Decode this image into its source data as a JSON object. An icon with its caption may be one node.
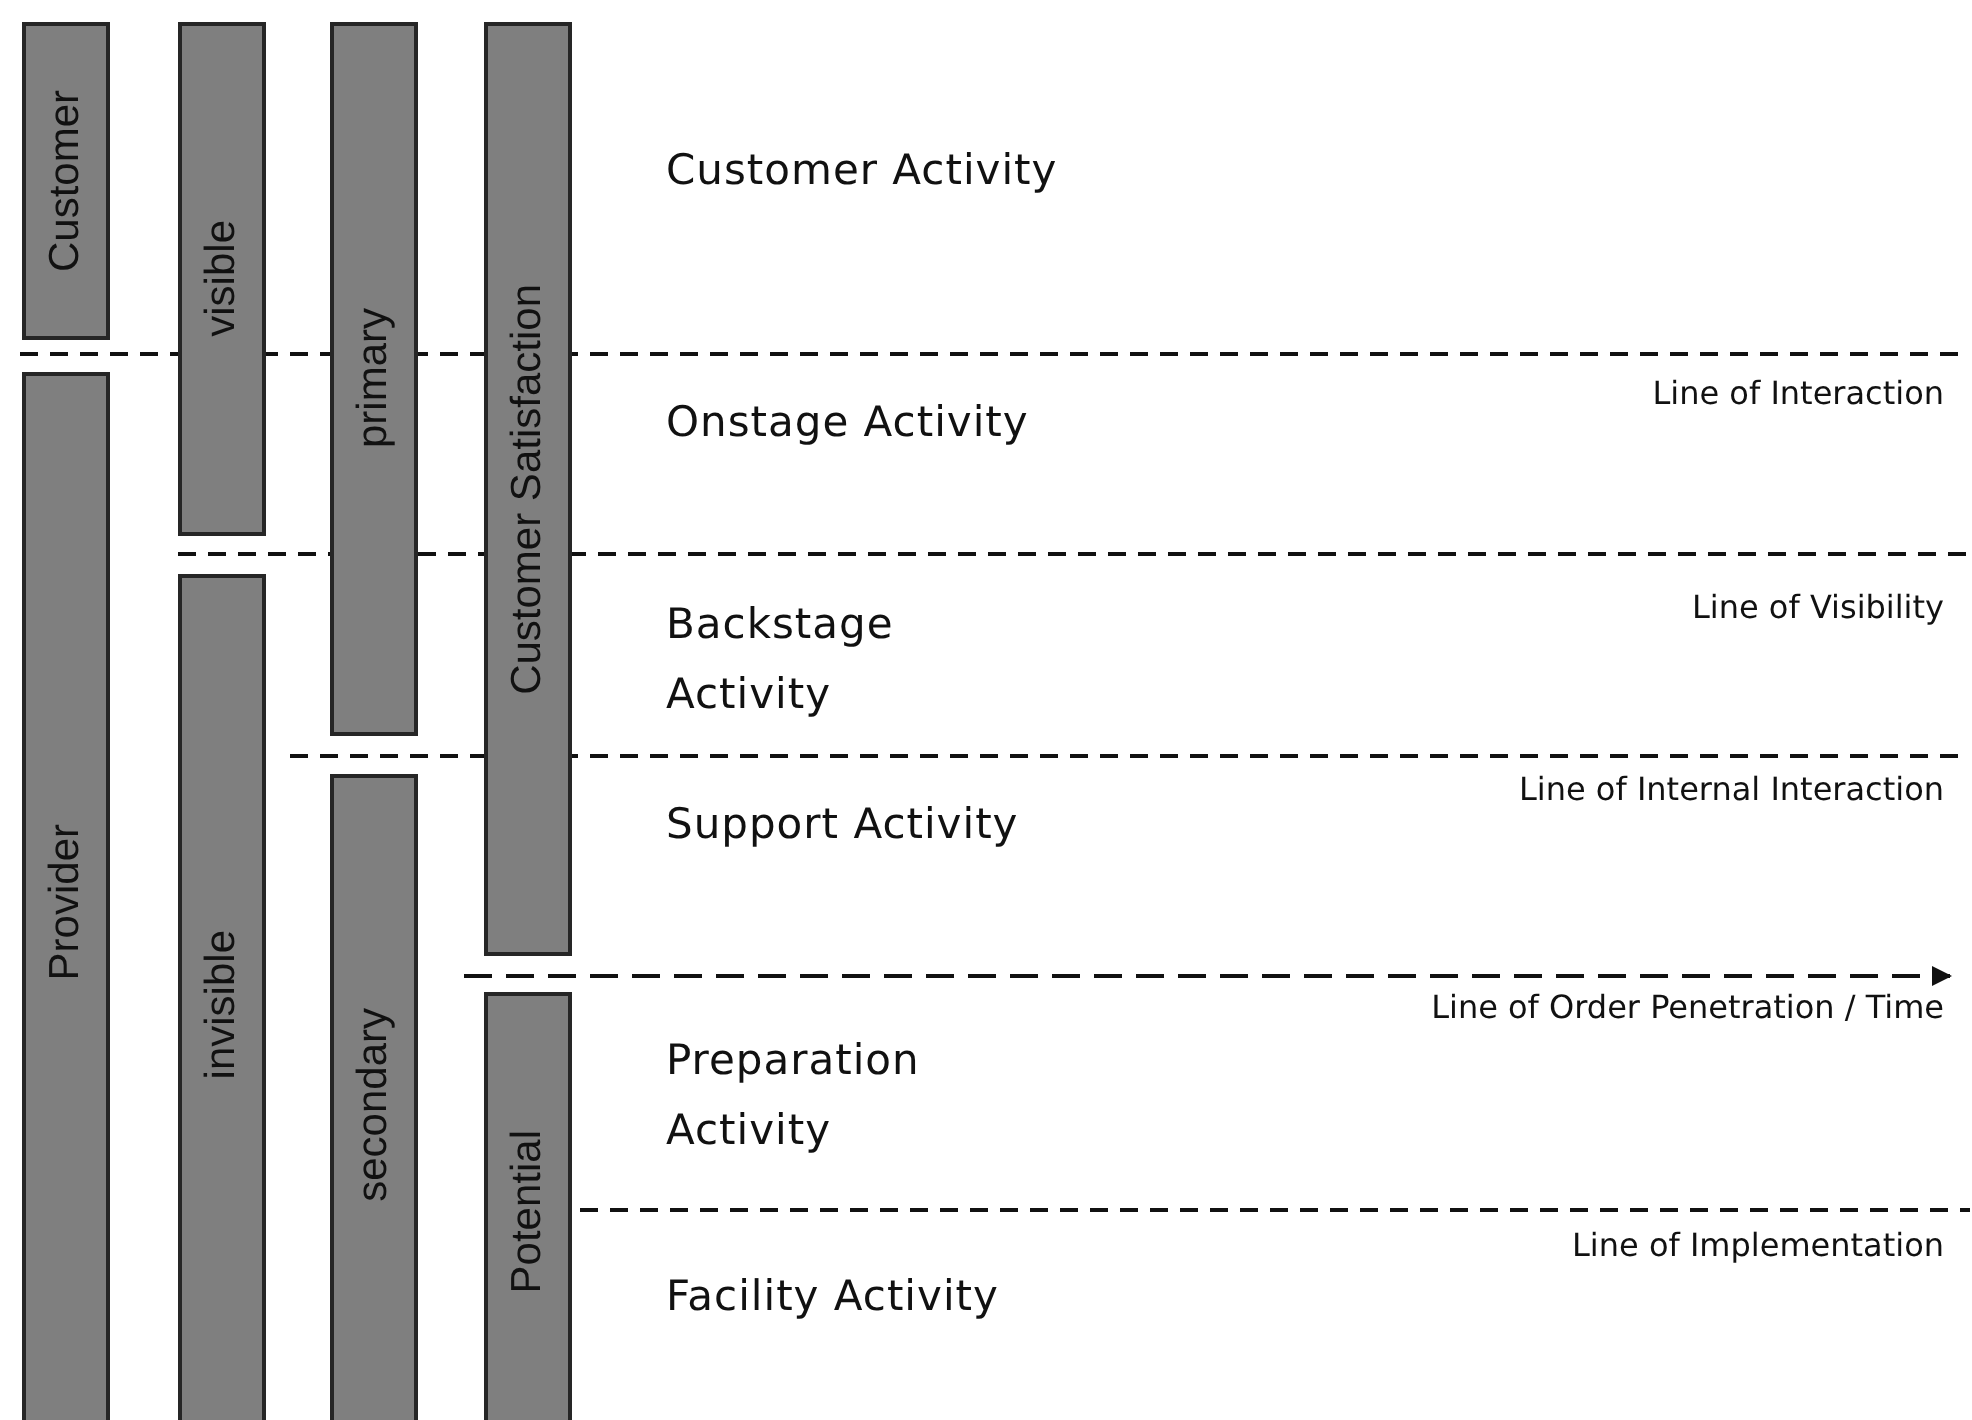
{
  "diagram": {
    "nodes": [
      {
        "text": [
          "Customer"
        ]
      },
      {
        "text": [
          "Provider"
        ]
      },
      {
        "text": [
          "visible"
        ]
      },
      {
        "text": [
          "invisible"
        ]
      },
      {
        "text": [
          "primary"
        ]
      },
      {
        "text": [
          "secondary"
        ]
      },
      {
        "text": [
          "Customer Satisfaction"
        ]
      },
      {
        "text": [
          "Potential"
        ]
      }
    ],
    "edges": [],
    "labels": [
      "Customer Activity",
      "Line of Interaction",
      "Onstage Activity",
      "Line of Visibility",
      "Backstage Activity",
      "Line of Internal Interaction",
      "Support Activity",
      "Line of Order Penetration / Time",
      "Preparation Activity",
      "Line of Implementation",
      "Facility Activity"
    ]
  }
}
